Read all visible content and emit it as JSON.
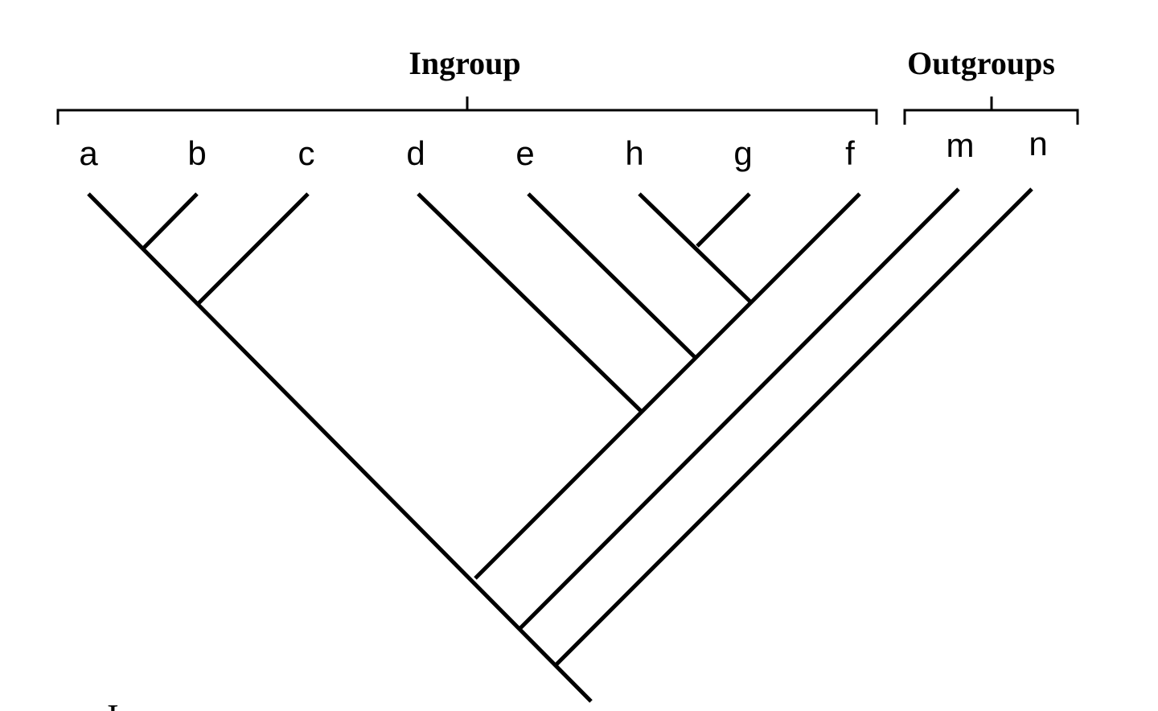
{
  "groups": {
    "ingroup_label": "Ingroup",
    "outgroups_label": "Outgroups"
  },
  "taxa": [
    "a",
    "b",
    "c",
    "d",
    "e",
    "h",
    "g",
    "f",
    "m",
    "n"
  ],
  "ingroup_taxa": [
    "a",
    "b",
    "c",
    "d",
    "e",
    "h",
    "g",
    "f"
  ],
  "outgroup_taxa": [
    "m",
    "n"
  ],
  "tree_newick": "(((a,b),c),(d,(e,((h,g),f)))),m),n",
  "footer": {
    "partial_text": "I"
  }
}
